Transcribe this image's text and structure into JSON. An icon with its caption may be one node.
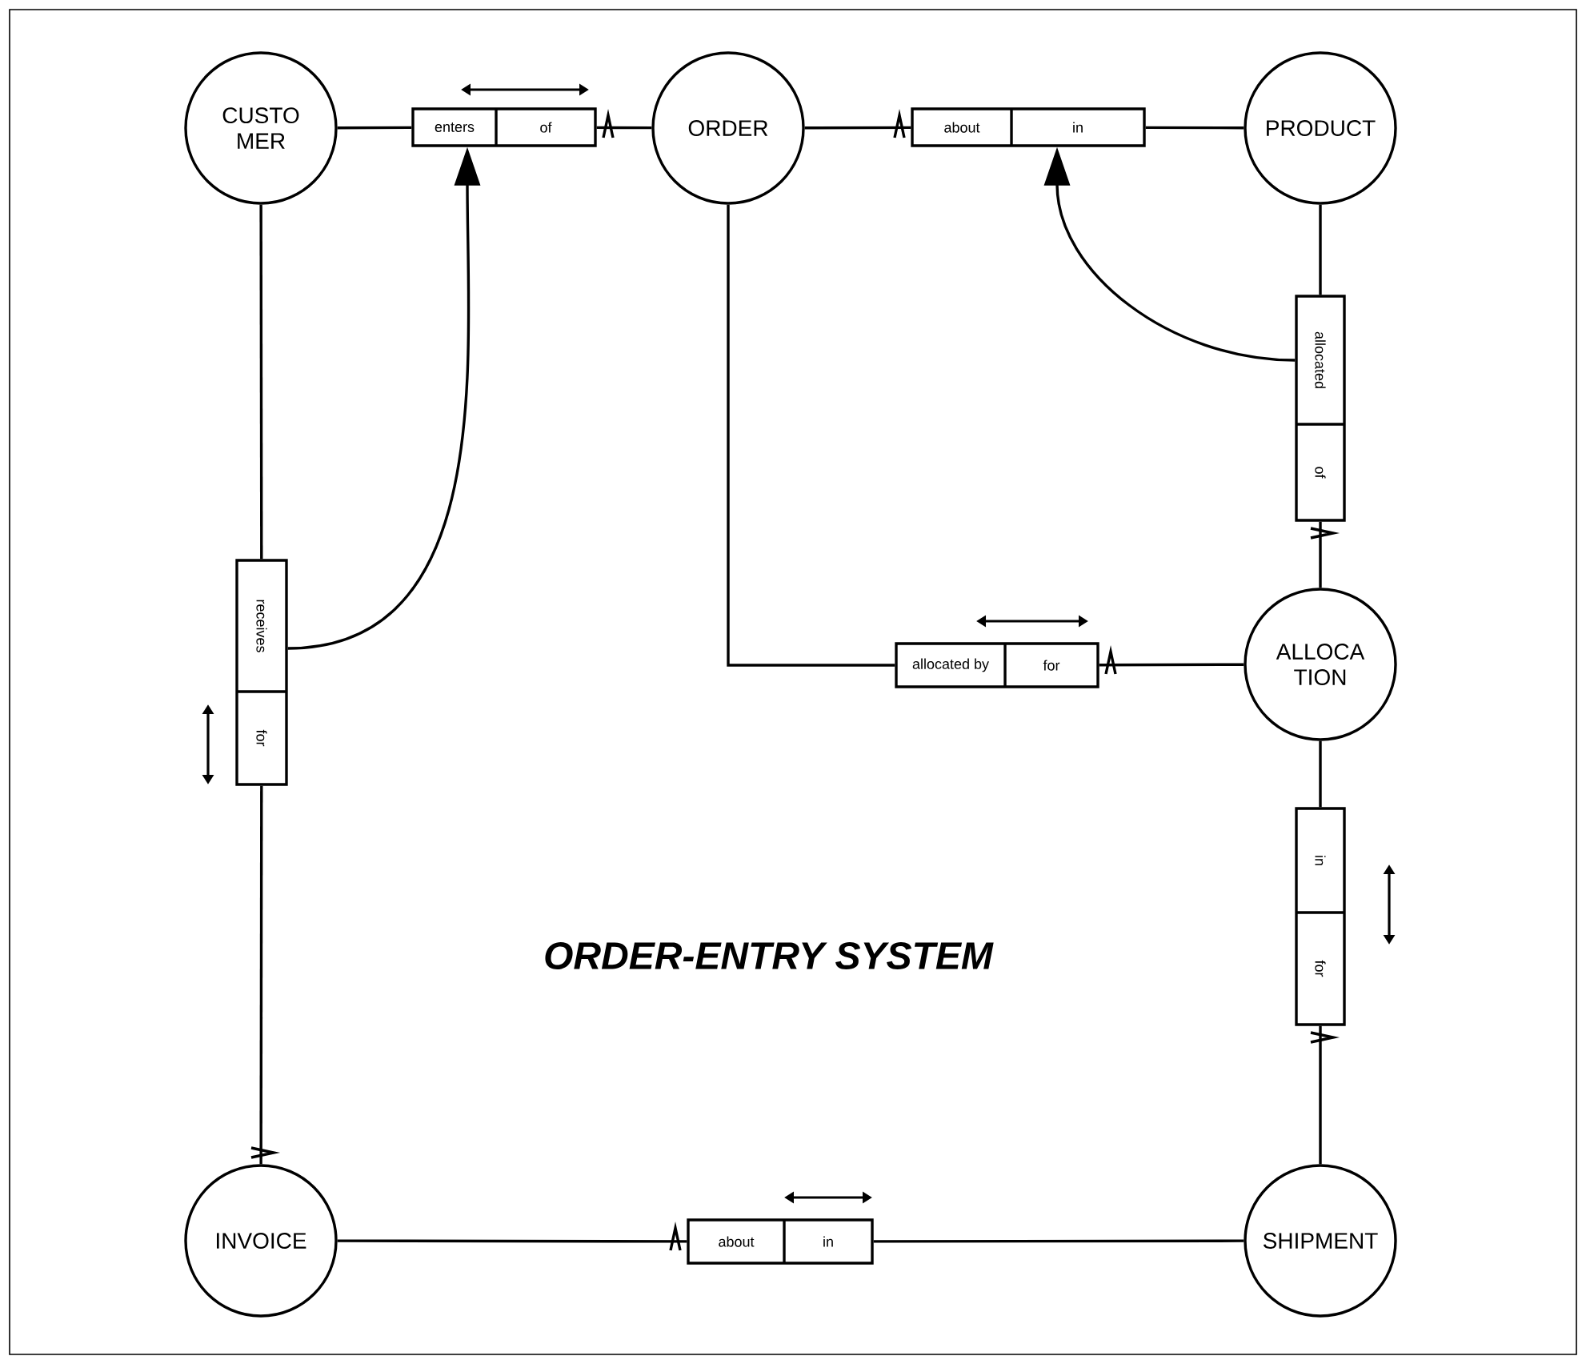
{
  "diagram": {
    "title": "ORDER-ENTRY SYSTEM",
    "nodes": [
      {
        "text": [
          "CUSTO MER"
        ]
      },
      {
        "text": [
          "enters",
          "of"
        ]
      },
      {
        "text": [
          "ORDER"
        ]
      },
      {
        "text": [
          "about",
          "in"
        ]
      },
      {
        "text": [
          "PRODUCT"
        ]
      },
      {
        "text": [
          "allocated",
          "of"
        ]
      },
      {
        "text": [
          "allocated by",
          "for"
        ]
      },
      {
        "text": [
          "ALLOCA TION"
        ]
      },
      {
        "text": [
          "receives",
          "for"
        ]
      },
      {
        "text": [
          "in",
          "for"
        ]
      },
      {
        "text": [
          "INVOICE"
        ]
      },
      {
        "text": [
          "about",
          "in"
        ]
      },
      {
        "text": [
          "SHIPMENT"
        ]
      }
    ],
    "edges": [
      {
        "from": 0,
        "to": 1,
        "arrow": "none"
      },
      {
        "from": 1,
        "to": 2,
        "arrow": "other"
      },
      {
        "from": 2,
        "to": 3,
        "arrow": "other"
      },
      {
        "from": 3,
        "to": 4,
        "arrow": "none"
      },
      {
        "from": 4,
        "to": 5,
        "arrow": "none"
      },
      {
        "from": 5,
        "to": 7,
        "arrow": "other"
      },
      {
        "from": 5,
        "to": 3,
        "arrow": "to"
      },
      {
        "from": 2,
        "to": 6,
        "arrow": "none"
      },
      {
        "from": 6,
        "to": 7,
        "arrow": "other"
      },
      {
        "from": 7,
        "to": 9,
        "arrow": "none"
      },
      {
        "from": 9,
        "to": 12,
        "arrow": "other"
      },
      {
        "from": 12,
        "to": 11,
        "arrow": "none"
      },
      {
        "from": 10,
        "to": 11,
        "arrow": "other"
      },
      {
        "from": 8,
        "to": 10,
        "arrow": "other"
      },
      {
        "from": 8,
        "to": 0,
        "arrow": "none"
      },
      {
        "from": 8,
        "to": 1,
        "arrow": "to"
      }
    ]
  }
}
